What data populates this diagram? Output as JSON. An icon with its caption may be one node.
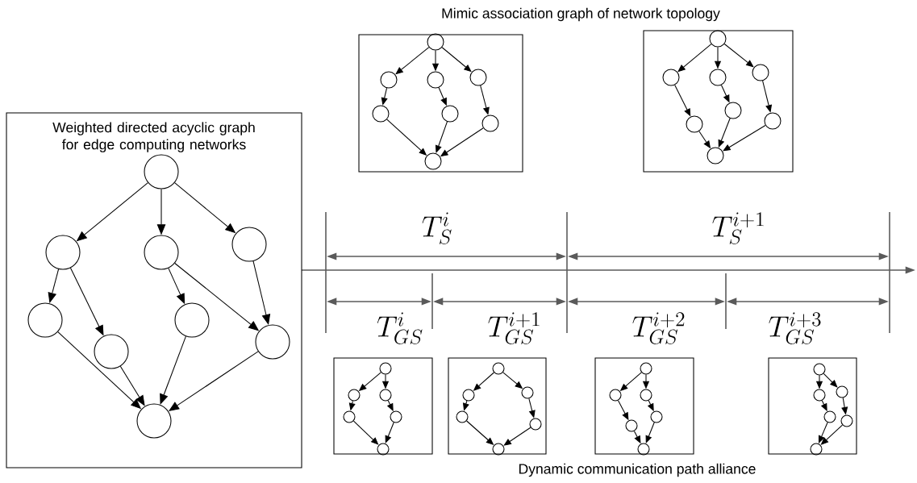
{
  "diagram": {
    "nodes": [
      {
        "text": [
          "Weighted directed acyclic graph for edge computing networks"
        ]
      },
      {
        "text": [],
        "shape": "circle",
        "in": 0
      },
      {
        "text": [],
        "shape": "circle",
        "in": 0
      },
      {
        "text": [],
        "shape": "circle",
        "in": 0
      },
      {
        "text": [],
        "shape": "circle",
        "in": 0
      },
      {
        "text": [],
        "shape": "circle",
        "in": 0
      },
      {
        "text": [],
        "shape": "circle",
        "in": 0
      },
      {
        "text": [],
        "shape": "circle",
        "in": 0
      },
      {
        "text": [],
        "shape": "circle",
        "in": 0
      },
      {
        "text": [],
        "shape": "circle",
        "in": 0
      },
      {
        "text": [],
        "shape": "box"
      },
      {
        "text": [],
        "shape": "circle",
        "in": 10
      },
      {
        "text": [],
        "shape": "circle",
        "in": 10
      },
      {
        "text": [],
        "shape": "circle",
        "in": 10
      },
      {
        "text": [],
        "shape": "circle",
        "in": 10
      },
      {
        "text": [],
        "shape": "circle",
        "in": 10
      },
      {
        "text": [],
        "shape": "circle",
        "in": 10
      },
      {
        "text": [],
        "shape": "circle",
        "in": 10
      },
      {
        "text": [],
        "shape": "circle",
        "in": 10
      },
      {
        "text": [],
        "shape": "box"
      },
      {
        "text": [],
        "shape": "circle",
        "in": 19
      },
      {
        "text": [],
        "shape": "circle",
        "in": 19
      },
      {
        "text": [],
        "shape": "circle",
        "in": 19
      },
      {
        "text": [],
        "shape": "circle",
        "in": 19
      },
      {
        "text": [],
        "shape": "circle",
        "in": 19
      },
      {
        "text": [],
        "shape": "circle",
        "in": 19
      },
      {
        "text": [],
        "shape": "circle",
        "in": 19
      },
      {
        "text": [],
        "shape": "circle",
        "in": 19
      },
      {
        "text": [],
        "shape": "box"
      },
      {
        "text": [],
        "shape": "circle",
        "in": 28
      },
      {
        "text": [],
        "shape": "circle",
        "in": 28
      },
      {
        "text": [],
        "shape": "circle",
        "in": 28
      },
      {
        "text": [],
        "shape": "circle",
        "in": 28
      },
      {
        "text": [],
        "shape": "circle",
        "in": 28
      },
      {
        "text": [],
        "shape": "circle",
        "in": 28
      },
      {
        "text": [],
        "shape": "box"
      },
      {
        "text": [],
        "shape": "circle",
        "in": 35
      },
      {
        "text": [],
        "shape": "circle",
        "in": 35
      },
      {
        "text": [],
        "shape": "circle",
        "in": 35
      },
      {
        "text": [],
        "shape": "circle",
        "in": 35
      },
      {
        "text": [],
        "shape": "circle",
        "in": 35
      },
      {
        "text": [],
        "shape": "circle",
        "in": 35
      },
      {
        "text": [],
        "shape": "box"
      },
      {
        "text": [],
        "shape": "circle",
        "in": 42
      },
      {
        "text": [],
        "shape": "circle",
        "in": 42
      },
      {
        "text": [],
        "shape": "circle",
        "in": 42
      },
      {
        "text": [],
        "shape": "circle",
        "in": 42
      },
      {
        "text": [],
        "shape": "circle",
        "in": 42
      },
      {
        "text": [],
        "shape": "circle",
        "in": 42
      },
      {
        "text": [],
        "shape": "box"
      },
      {
        "text": [],
        "shape": "circle",
        "in": 49
      },
      {
        "text": [],
        "shape": "circle",
        "in": 49
      },
      {
        "text": [],
        "shape": "circle",
        "in": 49
      },
      {
        "text": [],
        "shape": "circle",
        "in": 49
      },
      {
        "text": [],
        "shape": "circle",
        "in": 49
      },
      {
        "text": [],
        "shape": "circle",
        "in": 49
      }
    ],
    "edges": [
      {
        "from": 1,
        "to": 2,
        "arrow": "to"
      },
      {
        "from": 1,
        "to": 3,
        "arrow": "to"
      },
      {
        "from": 1,
        "to": 4,
        "arrow": "to"
      },
      {
        "from": 2,
        "to": 5,
        "arrow": "to"
      },
      {
        "from": 2,
        "to": 6,
        "arrow": "to"
      },
      {
        "from": 3,
        "to": 7,
        "arrow": "to"
      },
      {
        "from": 3,
        "to": 8,
        "arrow": "to"
      },
      {
        "from": 4,
        "to": 8,
        "arrow": "to"
      },
      {
        "from": 5,
        "to": 9,
        "arrow": "to"
      },
      {
        "from": 6,
        "to": 9,
        "arrow": "to"
      },
      {
        "from": 7,
        "to": 9,
        "arrow": "to"
      },
      {
        "from": 8,
        "to": 9,
        "arrow": "to"
      },
      {
        "from": 11,
        "to": 12,
        "arrow": "to"
      },
      {
        "from": 11,
        "to": 13,
        "arrow": "to"
      },
      {
        "from": 11,
        "to": 14,
        "arrow": "to"
      },
      {
        "from": 12,
        "to": 15,
        "arrow": "to"
      },
      {
        "from": 13,
        "to": 16,
        "arrow": "to"
      },
      {
        "from": 14,
        "to": 17,
        "arrow": "to"
      },
      {
        "from": 15,
        "to": 18,
        "arrow": "to"
      },
      {
        "from": 16,
        "to": 18,
        "arrow": "to"
      },
      {
        "from": 17,
        "to": 18,
        "arrow": "to"
      },
      {
        "from": 20,
        "to": 21,
        "arrow": "to"
      },
      {
        "from": 20,
        "to": 22,
        "arrow": "to"
      },
      {
        "from": 20,
        "to": 23,
        "arrow": "to"
      },
      {
        "from": 21,
        "to": 24,
        "arrow": "to"
      },
      {
        "from": 22,
        "to": 25,
        "arrow": "to"
      },
      {
        "from": 23,
        "to": 26,
        "arrow": "to"
      },
      {
        "from": 24,
        "to": 27,
        "arrow": "to"
      },
      {
        "from": 25,
        "to": 27,
        "arrow": "to"
      },
      {
        "from": 26,
        "to": 27,
        "arrow": "to"
      },
      {
        "from": 29,
        "to": 30,
        "arrow": "to"
      },
      {
        "from": 29,
        "to": 31,
        "arrow": "to"
      },
      {
        "from": 30,
        "to": 32,
        "arrow": "to"
      },
      {
        "from": 31,
        "to": 33,
        "arrow": "to"
      },
      {
        "from": 32,
        "to": 34,
        "arrow": "to"
      },
      {
        "from": 33,
        "to": 34,
        "arrow": "to"
      },
      {
        "from": 36,
        "to": 37,
        "arrow": "to"
      },
      {
        "from": 36,
        "to": 38,
        "arrow": "to"
      },
      {
        "from": 37,
        "to": 39,
        "arrow": "to"
      },
      {
        "from": 38,
        "to": 40,
        "arrow": "to"
      },
      {
        "from": 39,
        "to": 41,
        "arrow": "to"
      },
      {
        "from": 40,
        "to": 41,
        "arrow": "to"
      },
      {
        "from": 43,
        "to": 44,
        "arrow": "to"
      },
      {
        "from": 43,
        "to": 45,
        "arrow": "to"
      },
      {
        "from": 45,
        "to": 46,
        "arrow": "to"
      },
      {
        "from": 44,
        "to": 47,
        "arrow": "to"
      },
      {
        "from": 47,
        "to": 48,
        "arrow": "to"
      },
      {
        "from": 46,
        "to": 48,
        "arrow": "to"
      },
      {
        "from": 50,
        "to": 51,
        "arrow": "to"
      },
      {
        "from": 50,
        "to": 53,
        "arrow": "to"
      },
      {
        "from": 51,
        "to": 52,
        "arrow": "to"
      },
      {
        "from": 53,
        "to": 54,
        "arrow": "to"
      },
      {
        "from": 52,
        "to": 55,
        "arrow": "to"
      },
      {
        "from": 54,
        "to": 55,
        "arrow": "to"
      }
    ],
    "labels": [
      "Mimic association graph of network topology",
      "T_{S}^{i}",
      "T_{S}^{i+1}",
      "T_{GS}^{i}",
      "T_{GS}^{i+1}",
      "T_{GS}^{i+2}",
      "T_{GS}^{i+3}",
      "Dynamic communication path alliance"
    ]
  }
}
